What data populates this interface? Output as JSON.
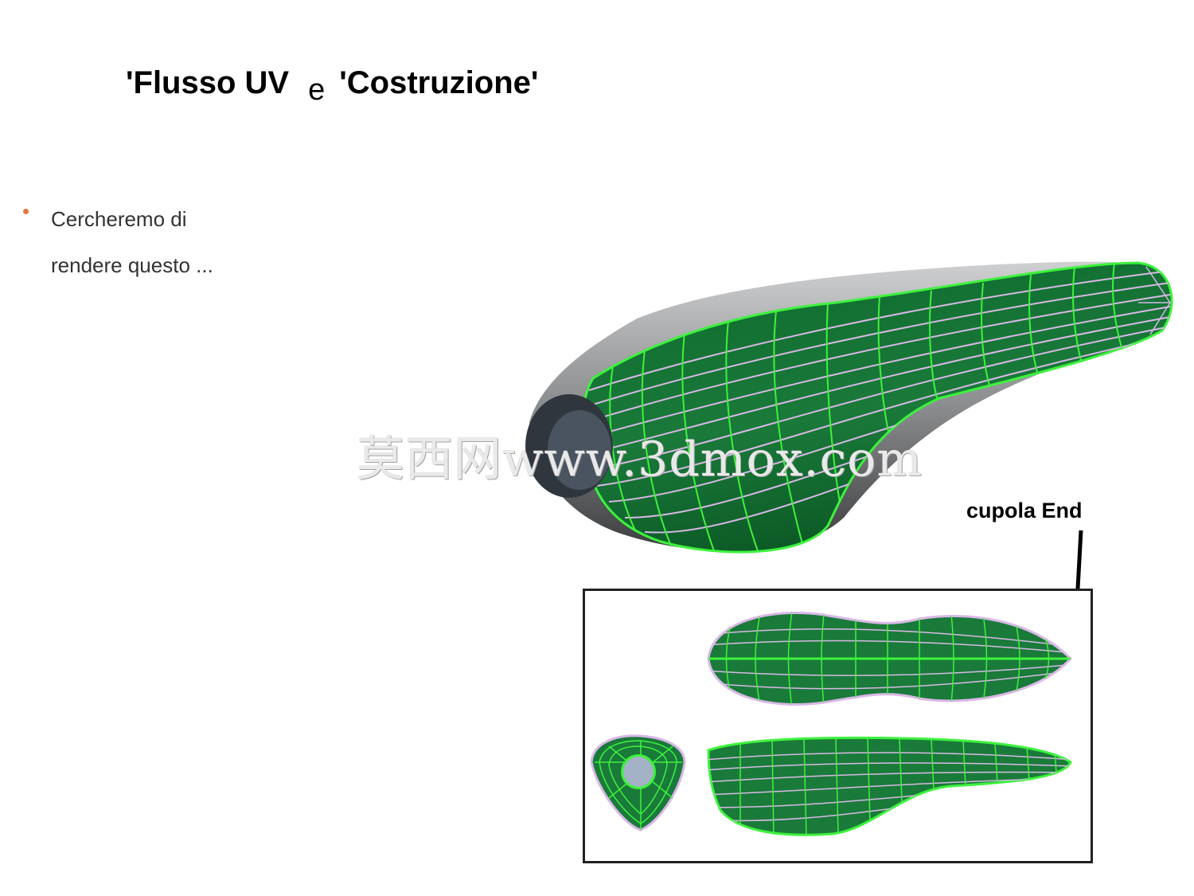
{
  "slide": {
    "title_part1": "'Flusso UV",
    "title_conjunction": "e",
    "title_part2": "'Costruzione'",
    "bullet_line1": "Cercheremo di",
    "bullet_line2": "rendere questo ...",
    "annotation": "cupola End",
    "watermark": "莫西网www.3dmox.com"
  },
  "colors": {
    "surface_green": "#1a7a3a",
    "wire_green": "#3df23d",
    "wire_lilac": "#d9b8e6",
    "body_grey": "#8a8c8e",
    "cap_slate": "#4a5460",
    "bullet_orange": "#e07a3f"
  }
}
